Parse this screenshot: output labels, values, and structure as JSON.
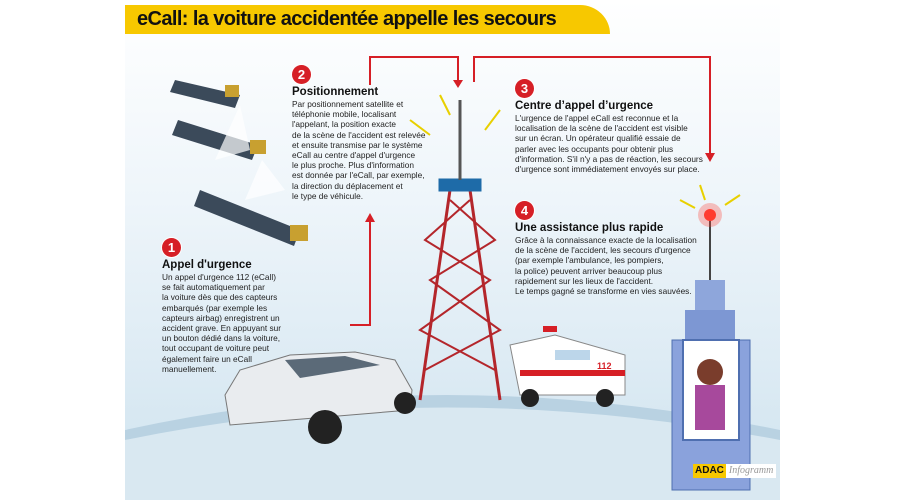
{
  "title": "eCall: la voiture accidentée appelle les secours",
  "steps": [
    {
      "number": "1",
      "heading": "Appel d'urgence",
      "body": "Un appel d'urgence 112 (eCall)\nse fait automatiquement par\nla voiture dès que des capteurs\nembarqués (par exemple les\ncapteurs airbag) enregistrent un\naccident grave. En appuyant sur\nun bouton dédié dans la voiture,\ntout occupant de voiture peut\négalement faire un eCall\nmanuellement."
    },
    {
      "number": "2",
      "heading": "Positionnement",
      "body": "Par positionnement satellite et\ntéléphonie mobile, localisant\nl'appelant, la position exacte\nde la scène de l'accident est relevée\net ensuite transmise par le système\neCall au centre d'appel d'urgence\nle plus proche. Plus d'information\nest donnée par l'eCall, par exemple,\nla direction du déplacement et\nle type de véhicule."
    },
    {
      "number": "3",
      "heading": "Centre d’appel d’urgence",
      "body": "L'urgence de l'appel eCall est reconnue et la\nlocalisation de la scène de l'accident est visible\nsur un écran. Un opérateur qualifié essaie de\nparler avec les occupants pour obtenir plus\nd'information. S'il n'y a pas de réaction, les secours\nd'urgence sont immédiatement envoyés sur place."
    },
    {
      "number": "4",
      "heading": "Une assistance plus rapide",
      "body": "Grâce à la connaissance exacte de la localisation\nde la scène de l'accident, les secours d'urgence\n(par exemple l'ambulance, les pompiers,\nla police) peuvent arriver beaucoup plus\nrapidement sur les lieux de l'accident.\nLe temps gagné se transforme en vies sauvées."
    }
  ],
  "ambulance_label": "112",
  "logo": {
    "brand": "ADAC",
    "suffix": "Infogramm"
  },
  "colors": {
    "banner": "#f7c800",
    "accent": "#d61f26"
  }
}
